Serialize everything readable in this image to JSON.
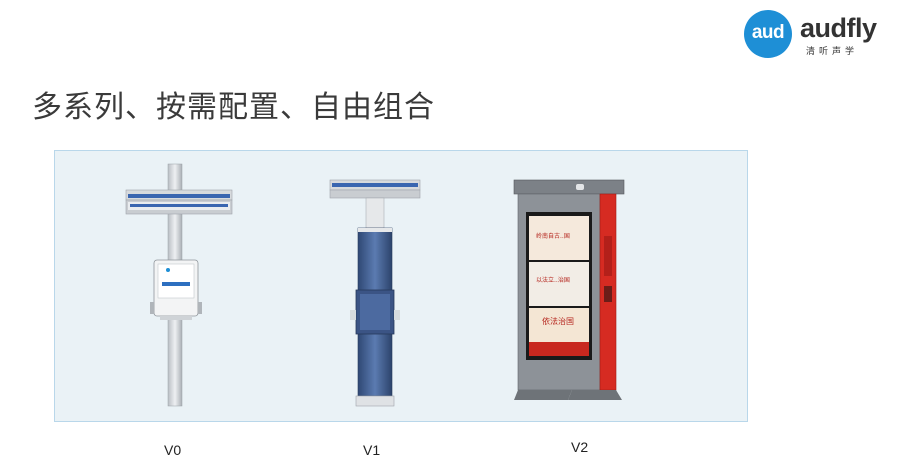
{
  "brand": {
    "circle_text": "aud",
    "wordmark": "audfly",
    "subtitle": "清听声学",
    "color": "#1e8fd6"
  },
  "slide": {
    "title": "多系列、按需配置、自由组合"
  },
  "products": [
    {
      "label": "V0",
      "icon": "pole-mounted-speaker-with-control-box"
    },
    {
      "label": "V1",
      "icon": "column-speaker-with-top-array"
    },
    {
      "label": "V2",
      "icon": "kiosk-with-display-screen"
    }
  ],
  "screen_banners": [
    "岭南自古..国",
    "以法立..治国",
    "依法治国"
  ],
  "colors": {
    "panel_bg": "#eaf2f6",
    "panel_border": "#b9d7ea",
    "kiosk_red": "#d62b22",
    "column_blue": "#3f5b8c"
  }
}
